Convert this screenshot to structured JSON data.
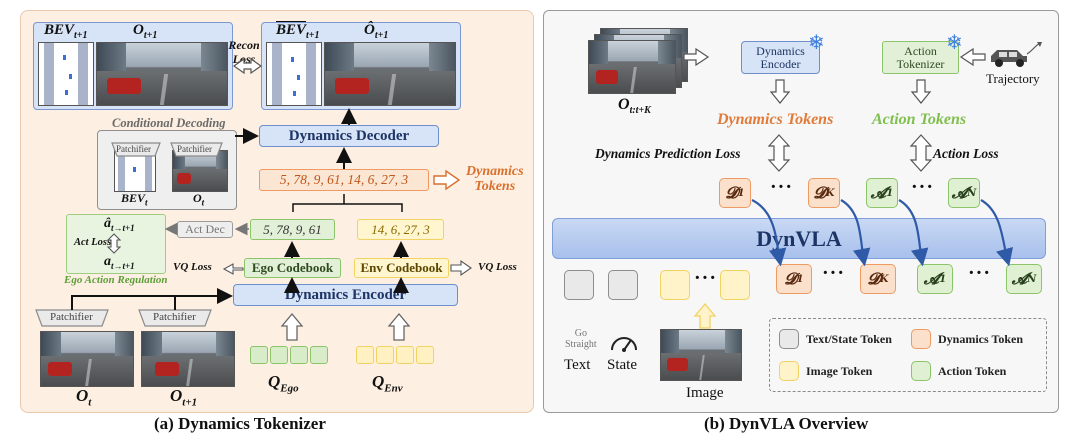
{
  "captions": {
    "a": "(a) Dynamics Tokenizer",
    "b": "(b) DynVLA Overview"
  },
  "tokenizer": {
    "bev_next": "BEV",
    "bev_next_sub": "t+1",
    "obs_next": "O",
    "obs_next_sub": "t+1",
    "recon_loss": "Recon\nLoss",
    "bev_recon": "BEV",
    "bev_recon_sub": "t+1",
    "obs_recon": "Ô",
    "obs_recon_sub": "t+1",
    "conditional_decoding": "Conditional Decoding",
    "dynamics_decoder": "Dynamics Decoder",
    "patchifier": "Patchifier",
    "bev_t": "BEV",
    "bev_t_sub": "t",
    "obs_t_small": "O",
    "obs_t_small_sub": "t",
    "dynamics_tokens_seq": "5, 78, 9, 61, 14, 6, 27, 3",
    "dynamics_tokens_label": "Dynamics\nTokens",
    "ego_tokens_seq": "5, 78, 9, 61",
    "env_tokens_seq": "14, 6, 27, 3",
    "act_dec": "Act Dec",
    "a_hat": "â",
    "a_hat_sub": "t→t+1",
    "act_loss": "Act Loss",
    "a_true": "a",
    "a_true_sub": "t→t+1",
    "ego_action_regulation": "Ego Action Regulation",
    "ego_codebook": "Ego Codebook",
    "env_codebook": "Env Codebook",
    "vq_loss_left": "VQ Loss",
    "vq_loss_right": "VQ Loss",
    "dynamics_encoder": "Dynamics Encoder",
    "obs_t": "O",
    "obs_t_sub": "t",
    "obs_t1": "O",
    "obs_t1_sub": "t+1",
    "q_ego": "Q",
    "q_ego_sub": "Ego",
    "q_env": "Q",
    "q_env_sub": "Env"
  },
  "overview": {
    "dynamics_encoder": "Dynamics\nEncoder",
    "action_tokenizer": "Action\nTokenizer",
    "trajectory": "Trajectory",
    "obs_seq": "O",
    "obs_seq_sub": "t:t+K",
    "dynamics_tokens": "Dynamics Tokens",
    "action_tokens": "Action Tokens",
    "dynamics_prediction_loss": "Dynamics Prediction Loss",
    "action_loss": "Action Loss",
    "d1": "𝓓",
    "d1_sub": "1",
    "dk": "𝓓",
    "dk_sub": "K",
    "a1": "𝓐",
    "a1_sub": "1",
    "an": "𝓐",
    "an_sub": "N",
    "dynvla": "DynVLA",
    "go_straight": "Go\nStraight",
    "text": "Text",
    "state": "State",
    "image": "Image",
    "ellipsis": "···",
    "legend": {
      "text_state": "Text/State Token",
      "dynamics": "Dynamics Token",
      "image": "Image Token",
      "action": "Action Token"
    }
  },
  "colors": {
    "decoder_blue": "#d7e3f6",
    "dynamics_orange": "#e07b39",
    "action_green": "#7fbf4d",
    "snowflake": "#3f7fe0"
  }
}
